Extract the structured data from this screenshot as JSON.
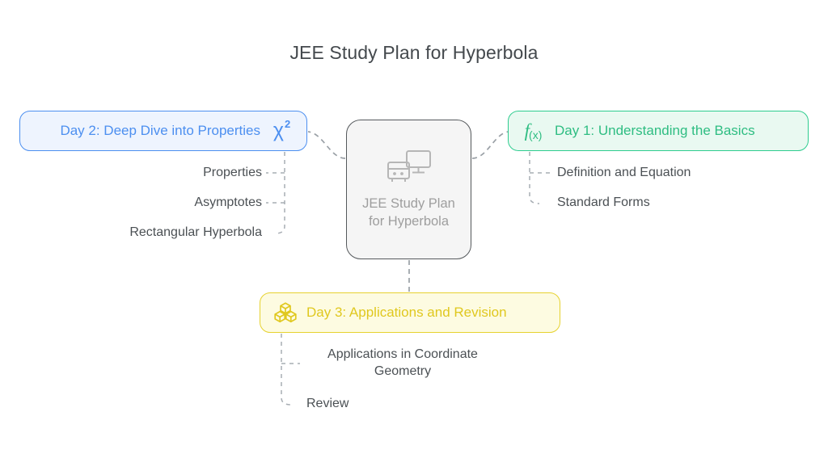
{
  "page": {
    "title": "JEE Study Plan for Hyperbola",
    "background_color": "#ffffff"
  },
  "central_node": {
    "label": "JEE Study Plan for Hyperbola",
    "icon": "monitor-and-server-icon",
    "border_color": "#55595c",
    "fill_color": "#f5f5f5",
    "text_color": "#9e9e9e"
  },
  "branches": [
    {
      "id": "day1",
      "label": "Day 1: Understanding the Basics",
      "icon": "fx-function-icon",
      "icon_text": "f",
      "icon_sub": "(x)",
      "position": "right",
      "accent_color": "#2ebd82",
      "border_color": "#2ecc8f",
      "fill_color": "#e9f9f1",
      "children": [
        "Definition and Equation",
        "Standard Forms"
      ]
    },
    {
      "id": "day2",
      "label": "Day 2: Deep Dive into Properties",
      "icon": "chi-squared-icon",
      "icon_text": "χ",
      "icon_sup": "2",
      "position": "left",
      "accent_color": "#4c8ff0",
      "border_color": "#4c8ff0",
      "fill_color": "#eef4fe",
      "children": [
        "Properties",
        "Asymptotes",
        "Rectangular Hyperbola"
      ]
    },
    {
      "id": "day3",
      "label": "Day 3: Applications and Revision",
      "icon": "cubes-icon",
      "position": "bottom",
      "accent_color": "#e0c81f",
      "border_color": "#e6d22f",
      "fill_color": "#fdfbe1",
      "children": [
        "Applications in Coordinate Geometry",
        "Review"
      ]
    }
  ],
  "connectors": {
    "style": "dashed",
    "color": "#9aa0a6"
  }
}
